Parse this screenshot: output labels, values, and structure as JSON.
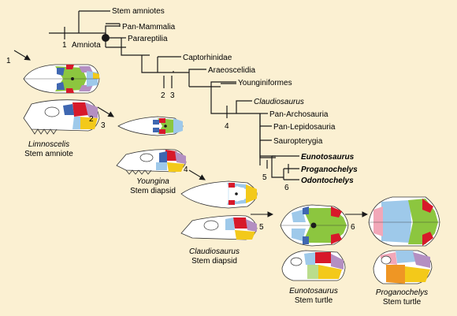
{
  "cladogram": {
    "taxa": [
      {
        "label": "Stem amniotes",
        "style": "normal"
      },
      {
        "label": "Pan-Mammalia",
        "style": "normal"
      },
      {
        "label": "Parareptilia",
        "style": "normal"
      },
      {
        "label": "Captorhinidae",
        "style": "normal"
      },
      {
        "label": "Araeoscelidia",
        "style": "normal"
      },
      {
        "label": "Younginiformes",
        "style": "normal"
      },
      {
        "label": "Claudiosaurus",
        "style": "italic"
      },
      {
        "label": "Pan-Archosauria",
        "style": "normal"
      },
      {
        "label": "Pan-Lepidosauria",
        "style": "normal"
      },
      {
        "label": "Sauropterygia",
        "style": "normal"
      },
      {
        "label": "Eunotosaurus",
        "style": "bold-italic"
      },
      {
        "label": "Proganochelys",
        "style": "bold-italic"
      },
      {
        "label": "Odontochelys",
        "style": "bold-italic"
      }
    ],
    "node_label": "Amniota",
    "markers": [
      "1",
      "2",
      "3",
      "4",
      "5",
      "6"
    ]
  },
  "skulls": [
    {
      "genus": "Limnoscelis",
      "caption": "Stem amniote",
      "step": "1"
    },
    {
      "genus": "Youngina",
      "caption": "Stem diapsid",
      "step": "3"
    },
    {
      "genus": "Claudiosaurus",
      "caption": "Stem diapsid",
      "step": "4"
    },
    {
      "genus": "Eunotosaurus",
      "caption": "Stem turtle",
      "step": "5"
    },
    {
      "genus": "Proganochelys",
      "caption": "Stem turtle",
      "step": "6"
    }
  ],
  "transitions": [
    "2"
  ],
  "colors": {
    "background": "#fbf0d2",
    "green": "#8cc63f",
    "blue": "#3f67b1",
    "red": "#d7192a",
    "yellow": "#f3c91a",
    "purple": "#b48fc2",
    "light_blue": "#9ec9ea",
    "orange": "#ef9624",
    "pink": "#f2a7b8",
    "white": "#ffffff"
  }
}
